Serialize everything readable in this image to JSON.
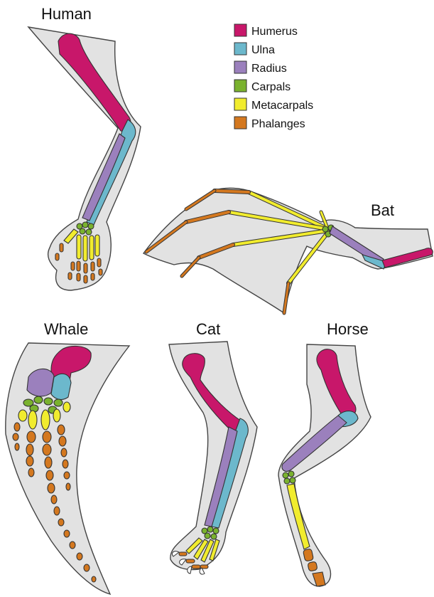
{
  "animals": {
    "human": "Human",
    "bat": "Bat",
    "whale": "Whale",
    "cat": "Cat",
    "horse": "Horse"
  },
  "legend": [
    {
      "label": "Humerus",
      "color": "#c8176a"
    },
    {
      "label": "Ulna",
      "color": "#6cb8cc"
    },
    {
      "label": "Radius",
      "color": "#9b80bd"
    },
    {
      "label": "Carpals",
      "color": "#7ab22e"
    },
    {
      "label": "Metacarpals",
      "color": "#f1ec2e"
    },
    {
      "label": "Phalanges",
      "color": "#d4781f"
    }
  ]
}
